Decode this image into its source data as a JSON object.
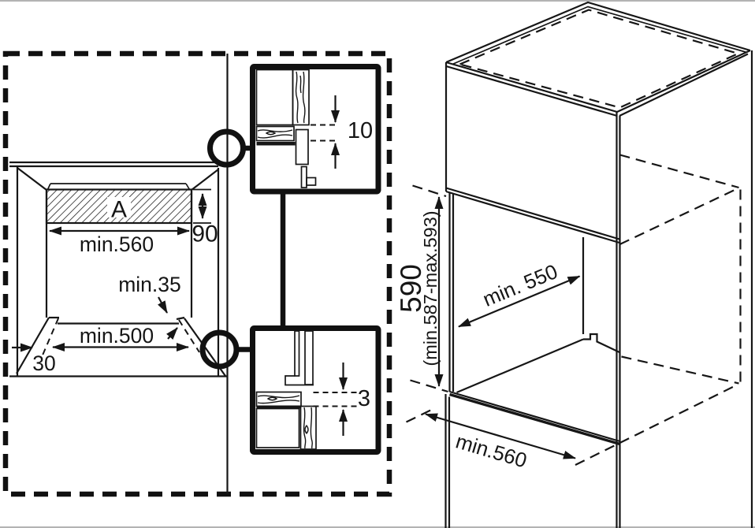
{
  "figure": {
    "background": "#ffffff",
    "line_color": "#161616"
  },
  "front_view": {
    "vent_label": "A",
    "dim_width_top": "min.560",
    "dim_vent_height": "90",
    "dim_clearance": "min.35",
    "dim_width_bottom": "min.500",
    "dim_plinth": "30"
  },
  "detail_top": {
    "dim_gap": "10"
  },
  "detail_bottom": {
    "dim_gap": "3"
  },
  "isometric": {
    "dim_height": "590",
    "dim_height_range": "(min.587-max.593)",
    "dim_depth": "min. 550",
    "dim_width": "min.560"
  }
}
